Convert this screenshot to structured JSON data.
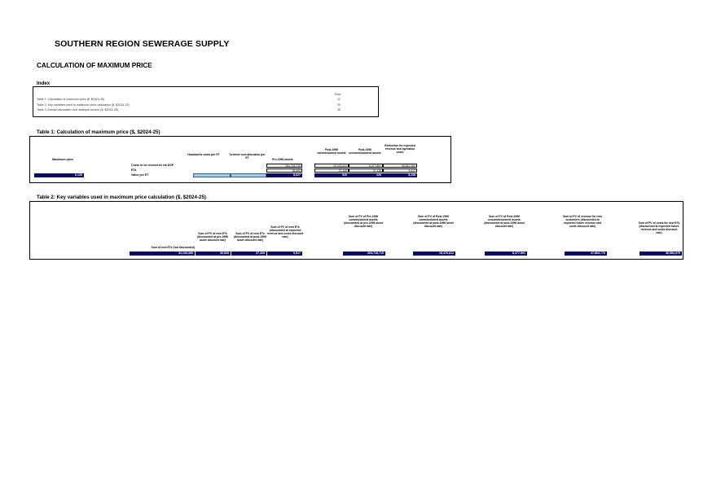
{
  "title": "SOUTHERN REGION SEWERAGE SUPPLY",
  "subtitle": "CALCULATION OF MAXIMUM PRICE",
  "index": {
    "label": "Index",
    "row_header": "Row",
    "items": [
      {
        "text": "Table 1: Calculation of maximum price ($, $2024-25)",
        "row": "11"
      },
      {
        "text": "Table 2: Key variables used in maximum price calculation ($, $2024-25)",
        "row": "20"
      },
      {
        "text": "Table 3: Annual calculation over analysis horizon ($, $2024-25)",
        "row": "35"
      }
    ]
  },
  "table1": {
    "title": "Table 1:  Calculation of maximum price ($, $2024-25)",
    "max_price_label": "Maximum price",
    "max_price_value": "6,135",
    "row_labels": [
      "Costs to be recovered via DSP",
      "ETs",
      "Value per ET"
    ],
    "headers": [
      "Headworks costs per ET",
      "Scheme cost allocation per ET",
      "Pre-1996 assets",
      "Post-1996 commissioned assets",
      "Post-1996 uncommissioned assets",
      "Reduction for expected revenue and operation costs"
    ],
    "costs_row": [
      "264,718,719",
      "19,476,612",
      "8,477,891",
      "50,812,300"
    ],
    "ets_row": [
      "30,605",
      "37,435",
      "37,435",
      "9,517"
    ],
    "value_row": [
      "8,627",
      "520",
      "226",
      "5,238"
    ]
  },
  "table2": {
    "title": "Table 2:  Key variables used in maximum price calculation ($, $2024-25)",
    "headers": [
      "Sum of new ETs (not discounted)",
      "Sum of PV of new ETs (discounted at pre-1996 asset discount rate)",
      "Sum of PV of new ETs (discounted at post-1996 asset discount rate)",
      "Sum of PV of new ETs (discounted at expected revenue and costs discount rate)",
      "Sum of PV of Pre-1996 commissioned assets (discounted at pre-1996 asset discount rate)",
      "Sum of PV of Post-1996 commissioned assets (discounted at post-1996 asset discount rate)",
      "Sum of PV of Post-1996 uncommissioned assets (discounted at post-1996 asset discount rate)",
      "Sum of PV of revenue for new customers (discounted at expected future revenue and costs discount rate)",
      "Sum of PV of costs for new ETs (discounted at expected future revenue and costs discount rate)"
    ],
    "values": [
      "31,133,450",
      "30,605",
      "37,435",
      "9,517",
      "264,718,719",
      "19,476,612",
      "8,477,891",
      "47,863,776",
      "36,984,579"
    ]
  }
}
